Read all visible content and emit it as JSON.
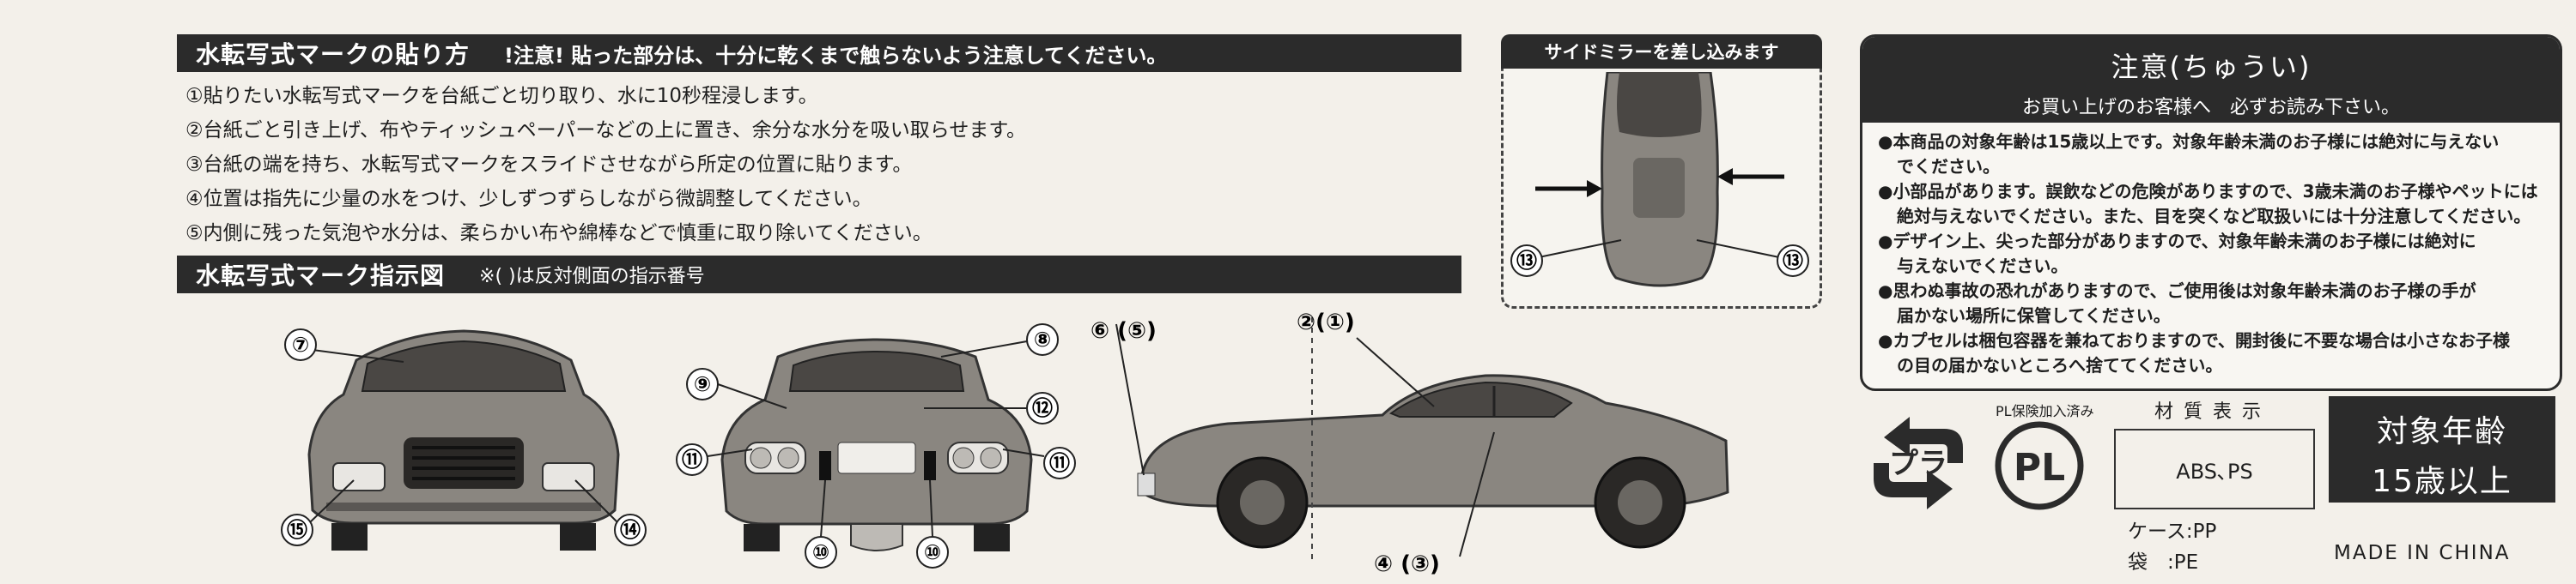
{
  "decal_section": {
    "title": "水転写式マークの貼り方",
    "note": "!注意! 貼った部分は、十分に乾くまで触らないよう注意してください。",
    "steps": [
      "①貼りたい水転写式マークを台紙ごと切り取り、水に10秒程浸します。",
      "②台紙ごと引き上げ、布やティッシュペーパーなどの上に置き、余分な水分を吸い取らせます。",
      "③台紙の端を持ち、水転写式マークをスライドさせながら所定の位置に貼ります。",
      "④位置は指先に少量の水をつけ、少しずつずらしながら微調整してください。",
      "⑤内側に残った気泡や水分は、柔らかい布や綿棒などで慎重に取り除いてください。"
    ]
  },
  "diagram_section": {
    "title": "水転写式マーク指示図",
    "note": "※( )は反対側面の指示番号"
  },
  "front_view": {
    "labels": {
      "top": "⑦",
      "left": "⑮",
      "right": "⑭"
    }
  },
  "rear_view": {
    "labels": {
      "upper_right": "⑧",
      "upper_left": "⑨",
      "mid_right": "⑫",
      "left": "⑪",
      "right": "⑪",
      "bottom_left": "⑩",
      "bottom_right": "⑩"
    }
  },
  "side_view": {
    "labels": {
      "nose": "⑥ (⑤)",
      "roof": "②(①)",
      "door": "④ (③)"
    }
  },
  "mirror_section": {
    "title": "サイドミラーを差し込みます",
    "labels": {
      "left": "⑬",
      "right": "⑬"
    }
  },
  "caution": {
    "title": "注意(ちゅうい)",
    "subtitle": "お買い上げのお客様へ　必ずお読み下さい。",
    "items": [
      {
        "first": "●本商品の対象年齢は15歳以上です。対象年齢未満のお子様には絶対に与えない",
        "rest": "でください。"
      },
      {
        "first": "●小部品があります。誤飲などの危険がありますので、3歳未満のお子様やペットには",
        "rest": "絶対与えないでください。また、目を突くなど取扱いには十分注意してください。"
      },
      {
        "first": "●デザイン上、尖った部分がありますので、対象年齢未満のお子様には絶対に",
        "rest": "与えないでください。"
      },
      {
        "first": "●思わぬ事故の恐れがありますので、ご使用後は対象年齢未満のお子様の手が",
        "rest": "届かない場所に保管してください。"
      },
      {
        "first": "●カプセルは梱包容器を兼ねておりますので、開封後に不要な場合は小さなお子様",
        "rest": "の目の届かないところへ捨ててください。"
      }
    ]
  },
  "recycle_mark": {
    "text": "プラ",
    "icon": "recycle-pla-icon"
  },
  "pl_mark": {
    "caption": "PL保険加入済み",
    "text": "PL"
  },
  "material": {
    "label": "材質表示",
    "value": "ABS､PS"
  },
  "target_age": {
    "line1": "対象年齢",
    "line2": "15歳以上"
  },
  "packaging": {
    "case": "ケース:PP",
    "bag": "袋　:PE"
  },
  "made_in": "MADE IN CHINA",
  "colors": {
    "bar": "#2b2b2b",
    "paper": "#f3f0ea",
    "car": "#8a8680"
  }
}
